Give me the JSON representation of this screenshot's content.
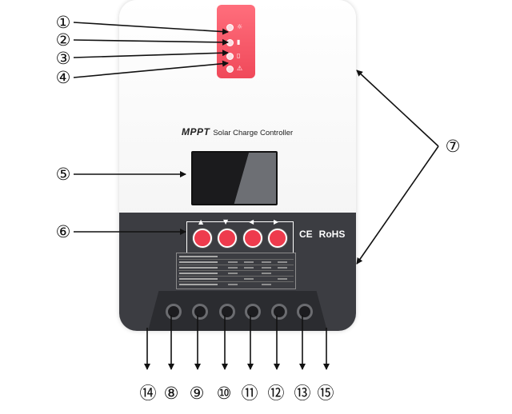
{
  "product": {
    "title_brand": "MPPT",
    "title_rest": "Solar Charge Controller",
    "cert_ce": "CE",
    "cert_rohs": "RoHS"
  },
  "leds": [
    {
      "id": "led-1",
      "glyph": "☼"
    },
    {
      "id": "led-2",
      "glyph": "▮"
    },
    {
      "id": "led-3",
      "glyph": "▯"
    },
    {
      "id": "led-4",
      "glyph": "⚠"
    }
  ],
  "buttons": [
    {
      "arrow": "▲"
    },
    {
      "arrow": "▼"
    },
    {
      "arrow": "◀"
    },
    {
      "arrow": "▶"
    }
  ],
  "callouts": {
    "c1": "①",
    "c2": "②",
    "c3": "③",
    "c4": "④",
    "c5": "⑤",
    "c6": "⑥",
    "c7": "⑦",
    "c8": "⑧",
    "c9": "⑨",
    "c10": "⑩",
    "c11": "⑪",
    "c12": "⑫",
    "c13": "⑬",
    "c14": "⑭",
    "c15": "⑮"
  },
  "colors": {
    "accent_red": "#ee3b4d",
    "led_panel": "#f0495a",
    "body_white": "#f6f6f6",
    "lower_dark": "#3c3d42"
  }
}
